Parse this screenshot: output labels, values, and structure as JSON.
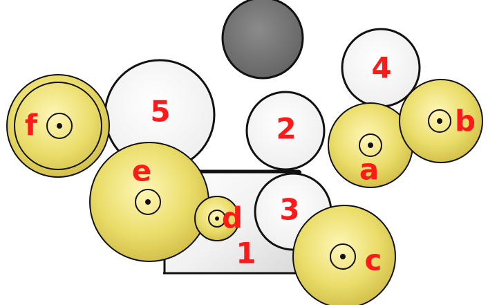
{
  "diagram": {
    "bass_drum_label": "1",
    "tom_labels": [
      "2",
      "3",
      "4",
      "5"
    ],
    "cymbal_labels": [
      "a",
      "b",
      "c",
      "d",
      "e",
      "f"
    ],
    "colors": {
      "label": "#ff1a1a",
      "drum_shell": "#f2f2f2",
      "pad_fill": "#f7f7f7",
      "cymbal_fill": "#e9dd6a",
      "cymbal_center": "#111111",
      "dark_pad": "#6f6f6f",
      "outline": "#111111"
    }
  }
}
